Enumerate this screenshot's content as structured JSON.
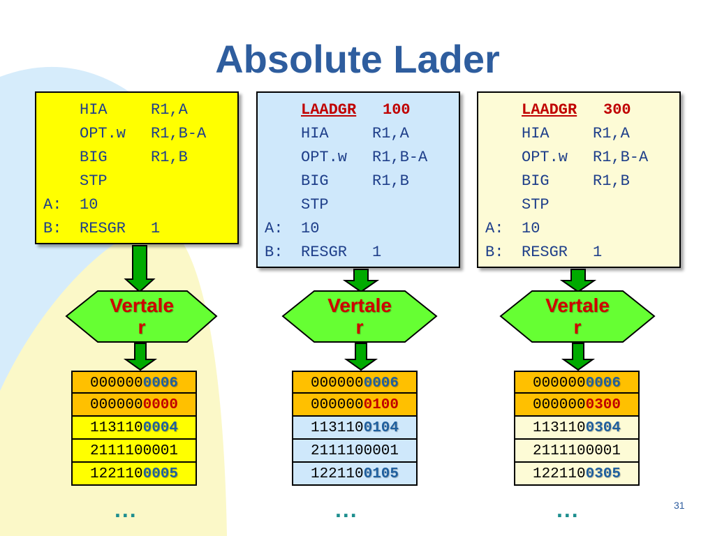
{
  "title": "Absolute Lader",
  "page_number": "31",
  "colors": {
    "title": "#2e5d9e",
    "code_text": "#1f3f8a",
    "highlight_red": "#c00000",
    "hexagon_fill": "#66ff33",
    "arrow_green": "#00aa00"
  },
  "panel1": {
    "lines": [
      {
        "label": "",
        "op": "HIA",
        "arg": "R1,A"
      },
      {
        "label": "",
        "op": "OPT.w",
        "arg": "R1,B-A"
      },
      {
        "label": "",
        "op": "BIG",
        "arg": "R1,B"
      },
      {
        "label": "",
        "op": "STP",
        "arg": ""
      },
      {
        "label": "A:",
        "op": "10",
        "arg": ""
      },
      {
        "label": "B:",
        "op": "RESGR",
        "arg": "1"
      }
    ],
    "translator": {
      "line1": "Vertale",
      "line2": "r"
    },
    "memory": [
      {
        "plain": "000000",
        "hl": "0006"
      },
      {
        "plain": "000000",
        "hl": "0000"
      },
      {
        "plain": "113110",
        "hl": "0004"
      },
      {
        "plain": "2111100001",
        "hl": ""
      },
      {
        "plain": "122110",
        "hl": "0005"
      }
    ],
    "ellipsis": "..."
  },
  "panel2": {
    "header": {
      "op": "LAADGR",
      "arg": "100"
    },
    "lines": [
      {
        "label": "",
        "op": "HIA",
        "arg": "R1,A"
      },
      {
        "label": "",
        "op": "OPT.w",
        "arg": "R1,B-A"
      },
      {
        "label": "",
        "op": "BIG",
        "arg": "R1,B"
      },
      {
        "label": "",
        "op": "STP",
        "arg": ""
      },
      {
        "label": "A:",
        "op": "10",
        "arg": ""
      },
      {
        "label": "B:",
        "op": "RESGR",
        "arg": "1"
      }
    ],
    "translator": {
      "line1": "Vertale",
      "line2": "r"
    },
    "memory": [
      {
        "plain": "000000",
        "hl": "0006"
      },
      {
        "plain": "000000",
        "hl": "0100"
      },
      {
        "plain": "113110",
        "hl": "0104"
      },
      {
        "plain": "2111100001",
        "hl": ""
      },
      {
        "plain": "122110",
        "hl": "0105"
      }
    ],
    "ellipsis": "..."
  },
  "panel3": {
    "header": {
      "op": "LAADGR",
      "arg": "300"
    },
    "lines": [
      {
        "label": "",
        "op": "HIA",
        "arg": "R1,A"
      },
      {
        "label": "",
        "op": "OPT.w",
        "arg": "R1,B-A"
      },
      {
        "label": "",
        "op": "BIG",
        "arg": "R1,B"
      },
      {
        "label": "",
        "op": "STP",
        "arg": ""
      },
      {
        "label": "A:",
        "op": "10",
        "arg": ""
      },
      {
        "label": "B:",
        "op": "RESGR",
        "arg": "1"
      }
    ],
    "translator": {
      "line1": "Vertale",
      "line2": "r"
    },
    "memory": [
      {
        "plain": "000000",
        "hl": "0006"
      },
      {
        "plain": "000000",
        "hl": "0300"
      },
      {
        "plain": "113110",
        "hl": "0304"
      },
      {
        "plain": "2111100001",
        "hl": ""
      },
      {
        "plain": "122110",
        "hl": "0305"
      }
    ],
    "ellipsis": "..."
  }
}
